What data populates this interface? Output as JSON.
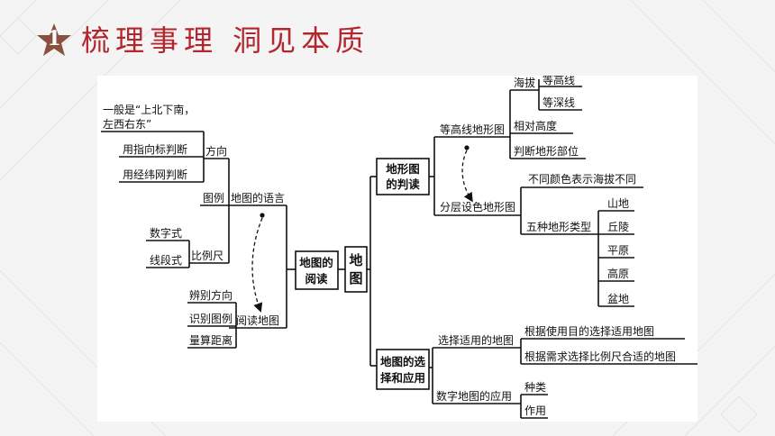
{
  "header": {
    "section_number": "1",
    "title": "梳理事理  洞见本质",
    "accent_color": "#b3262e"
  },
  "diagram": {
    "root": "地图",
    "left": {
      "center": "地图的阅读",
      "language": {
        "label": "地图的语言",
        "direction": {
          "label": "方向",
          "items": [
            "一般是“上北下南，",
            "左西右东”",
            "用指向标判断",
            "用经纬网判断"
          ]
        },
        "legend": "图例",
        "scale": {
          "label": "比例尺",
          "items": [
            "数字式",
            "线段式"
          ]
        }
      },
      "reading": {
        "label": "阅读地图",
        "items": [
          "辨别方向",
          "识别图例",
          "量算距离"
        ]
      }
    },
    "right": {
      "terrain": {
        "label": "地形图的判读",
        "contour": {
          "label": "等高线地形图",
          "altitude": {
            "label": "海拔",
            "items": [
              "等高线",
              "等深线"
            ]
          },
          "items": [
            "相对高度",
            "判断地形部位"
          ]
        },
        "layered": {
          "label": "分层设色地形图",
          "note": "不同颜色表示海拔不同",
          "types": {
            "label": "五种地形类型",
            "items": [
              "山地",
              "丘陵",
              "平原",
              "高原",
              "盆地"
            ]
          }
        }
      },
      "selection": {
        "label": "地图的选择和应用",
        "suitable": {
          "label": "选择适用的地图",
          "items": [
            "根据使用目的选择适用地图",
            "根据需求选择比例尺合适的地图"
          ]
        },
        "digital": {
          "label": "数字地图的应用",
          "items": [
            "种类",
            "作用"
          ]
        }
      }
    }
  }
}
